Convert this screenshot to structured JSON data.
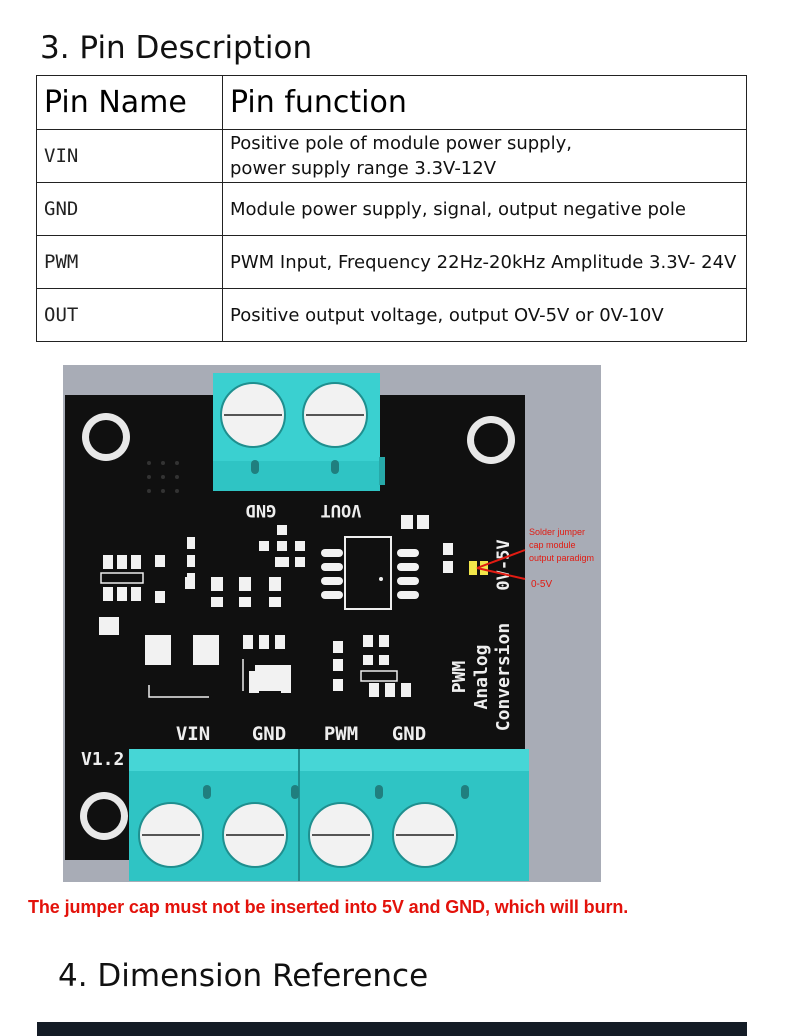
{
  "section3": {
    "title": "3. Pin Description"
  },
  "pin_table": {
    "headers": [
      "Pin Name",
      "Pin function"
    ],
    "rows": [
      {
        "name": "VIN",
        "function_lines": [
          "Positive pole of module power supply,",
          "power supply range 3.3V-12V"
        ]
      },
      {
        "name": "GND",
        "function_lines": [
          "Module power supply, signal, output negative pole"
        ]
      },
      {
        "name": "PWM",
        "function_lines": [
          "PWM Input, Frequency 22Hz-20kHz Amplitude 3.3V- 24V"
        ]
      },
      {
        "name": "OUT",
        "function_lines": [
          "Positive output voltage, output OV-5V or 0V-10V"
        ]
      }
    ]
  },
  "board": {
    "top_labels": {
      "gnd": "GND",
      "vout": "VOUT"
    },
    "bottom_labels": [
      "VIN",
      "GND",
      "PWM",
      "GND"
    ],
    "version": "V1.2",
    "range_label": "0V-5V",
    "title_lines": [
      "PWM",
      "Analog",
      "Conversion"
    ],
    "annotation_lines": [
      "Solder jumper",
      "cap module",
      "output paradigm"
    ],
    "annotation_range": "0-5V",
    "colors": {
      "pcb": "#101010",
      "terminal": "#2fc4c4",
      "pad": "#f2f2f2",
      "background": "#a8acb6",
      "annotation": "#e11b12"
    }
  },
  "warning": "The jumper cap must not be inserted into 5V and GND, which will burn.",
  "section4": {
    "title": "4. Dimension Reference"
  }
}
